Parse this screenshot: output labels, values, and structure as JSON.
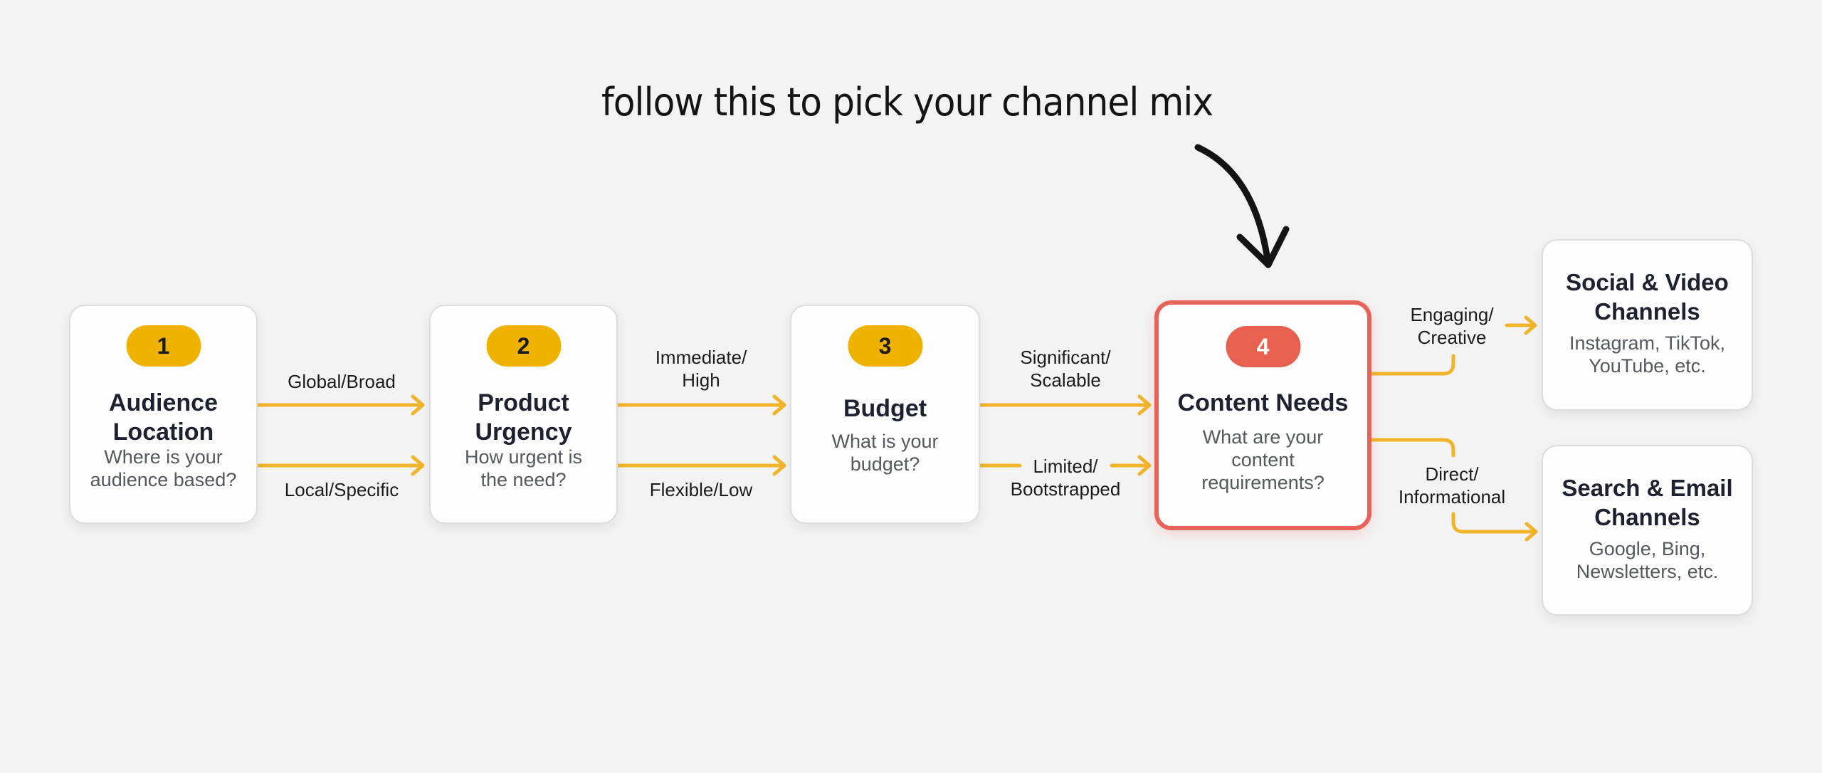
{
  "annotation": {
    "title": "follow this to pick your channel mix",
    "arrow_icon": "hand-drawn-curved-arrow-down"
  },
  "colors": {
    "background": "#f3f3f3",
    "badge_default": "#f0b200",
    "badge_active": "#e8604f",
    "active_border": "#e8625a",
    "connector": "#f0b429",
    "annotation_ink": "#141414"
  },
  "steps": [
    {
      "number": "1",
      "title_line1": "Audience",
      "title_line2": "Location",
      "sub_line1": "Where is your",
      "sub_line2": "audience based?"
    },
    {
      "number": "2",
      "title_line1": "Product",
      "title_line2": "Urgency",
      "sub_line1": "How urgent is",
      "sub_line2": "the need?"
    },
    {
      "number": "3",
      "title_line1": "Budget",
      "sub_line1": "What is your",
      "sub_line2": "budget?"
    },
    {
      "number": "4",
      "title_line1": "Content Needs",
      "sub_line1": "What are your",
      "sub_line2": "content",
      "sub_line3": "requirements?",
      "highlighted": true
    }
  ],
  "connectors": [
    {
      "from": "1",
      "to": "2",
      "upper_label": "Global/Broad",
      "lower_label": "Local/Specific"
    },
    {
      "from": "2",
      "to": "3",
      "upper_label_line1": "Immediate/",
      "upper_label_line2": "High",
      "lower_label": "Flexible/Low"
    },
    {
      "from": "3",
      "to": "4",
      "upper_label_line1": "Significant/",
      "upper_label_line2": "Scalable",
      "lower_label_line1": "Limited/",
      "lower_label_line2": "Bootstrapped"
    },
    {
      "from": "4",
      "to": "social",
      "label_line1": "Engaging/",
      "label_line2": "Creative"
    },
    {
      "from": "4",
      "to": "search",
      "label_line1": "Direct/",
      "label_line2": "Informational"
    }
  ],
  "outcomes": [
    {
      "id": "social",
      "title_line1": "Social & Video",
      "title_line2": "Channels",
      "sub_line1": "Instagram, TikTok,",
      "sub_line2": "YouTube, etc."
    },
    {
      "id": "search",
      "title_line1": "Search & Email",
      "title_line2": "Channels",
      "sub_line1": "Google, Bing,",
      "sub_line2": "Newsletters, etc."
    }
  ]
}
